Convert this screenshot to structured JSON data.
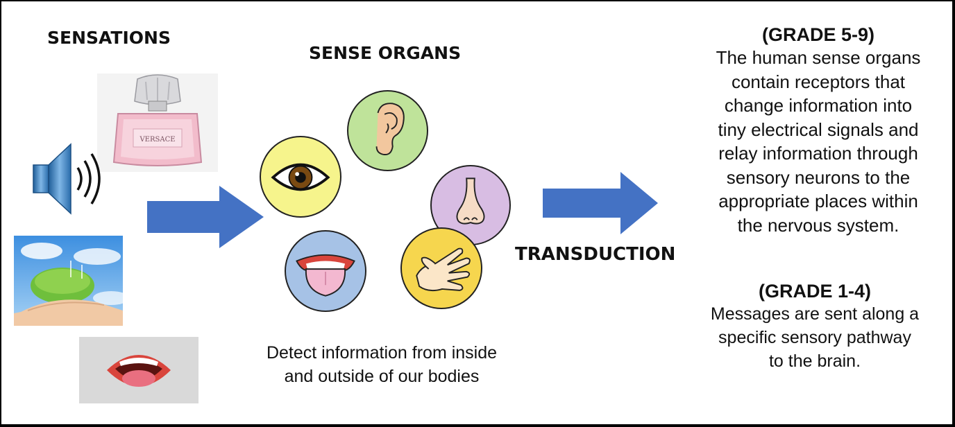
{
  "headings": {
    "sensations": "SENSATIONS",
    "sense_organs": "SENSE ORGANS",
    "transduction": "TRANSDUCTION"
  },
  "sensation_images": {
    "perfume": {
      "icon": "perfume-bottle",
      "brand_label": "VERSACE"
    },
    "sound": {
      "icon": "speaker-sound"
    },
    "nature": {
      "icon": "hand-holding-earth"
    },
    "taste": {
      "icon": "open-mouth"
    }
  },
  "sense_organs": [
    {
      "icon": "eye",
      "color": "#f6f48c"
    },
    {
      "icon": "ear",
      "color": "#bfe39a"
    },
    {
      "icon": "nose",
      "color": "#d8bde3"
    },
    {
      "icon": "tongue",
      "color": "#a6c2e6"
    },
    {
      "icon": "hand",
      "color": "#f6d64e"
    }
  ],
  "detect_caption": {
    "line1": "Detect information from inside",
    "line2": "and outside of our bodies"
  },
  "grade_5_9": {
    "title": "(GRADE 5-9)",
    "lines": [
      "The human sense organs",
      "contain receptors that",
      "change information into",
      "tiny electrical signals and",
      "relay information through",
      "sensory neurons to the",
      "appropriate places within",
      "the nervous system."
    ]
  },
  "grade_1_4": {
    "title": "(GRADE 1-4)",
    "lines": [
      "Messages are sent along a",
      "specific sensory pathway",
      "to the brain."
    ]
  },
  "colors": {
    "arrow": "#4472c4",
    "frame": "#000000"
  }
}
